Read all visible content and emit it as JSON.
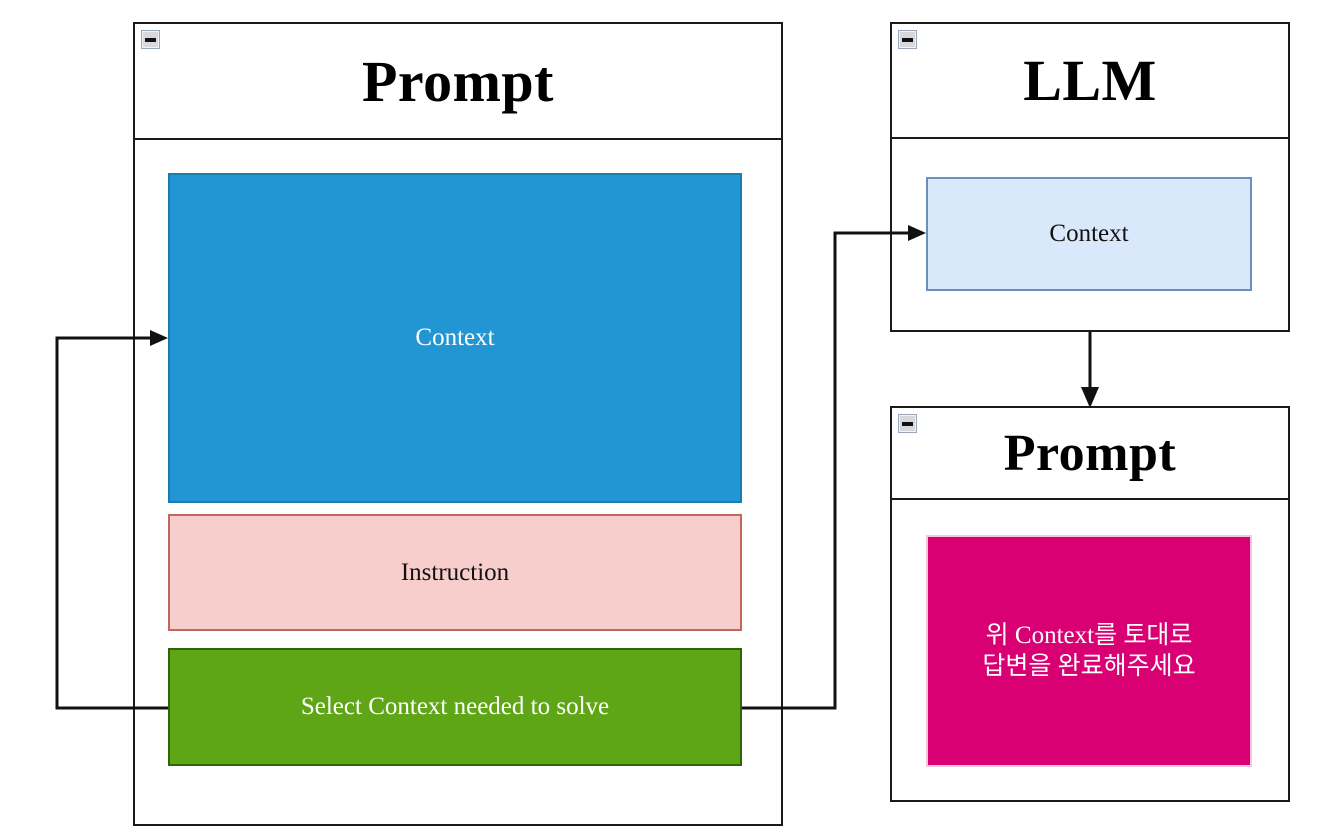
{
  "diagram": {
    "title": "LLM prompt context-selection flow",
    "colors": {
      "context_blue_fill": "#2196D3",
      "context_blue_border": "#1c7cb0",
      "instruction_pink_fill": "#F8CECC",
      "instruction_pink_border": "#C0685F",
      "select_green_fill": "#5EA616",
      "select_green_border": "#2D6605",
      "llm_context_fill": "#DAE8FC",
      "llm_context_border": "#6C8EBF",
      "answer_magenta_fill": "#D80073",
      "answer_magenta_border": "#F6C6DD",
      "panel_border": "#1a1a1a",
      "connector": "#111111",
      "panel_background": "#FFFFFF"
    },
    "panels": [
      {
        "id": "prompt-left",
        "title": "Prompt",
        "collapse_icon": "minus-icon"
      },
      {
        "id": "llm",
        "title": "LLM",
        "collapse_icon": "minus-icon"
      },
      {
        "id": "prompt-right",
        "title": "Prompt",
        "collapse_icon": "minus-icon"
      }
    ],
    "blocks": {
      "prompt_context": "Context",
      "prompt_instruction": "Instruction",
      "prompt_select": "Select Context needed to solve",
      "llm_context": "Context",
      "answer_line1": "위 Context를 토대로",
      "answer_line2": "답변을 완료해주세요"
    },
    "connectors": [
      {
        "id": "select-to-context-loop",
        "from": "prompt_select",
        "to": "prompt_context",
        "arrowhead": true
      },
      {
        "id": "select-to-llm-context",
        "from": "prompt_select",
        "to": "llm_context",
        "arrowhead": true
      },
      {
        "id": "llm-to-prompt-right",
        "from": "llm",
        "to": "prompt-right",
        "arrowhead": true
      }
    ]
  }
}
